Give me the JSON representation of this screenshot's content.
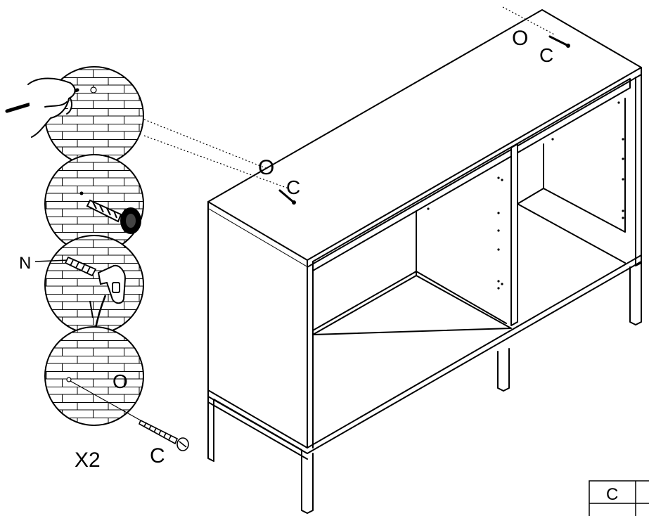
{
  "labels": {
    "top_right_o": "O",
    "top_right_c": "C",
    "top_mid_o": "O",
    "top_mid_c": "C",
    "wall_n": "N",
    "wall_o": "O",
    "screw_c": "C",
    "quantity": "X2",
    "parts_table_c": "C"
  },
  "colors": {
    "line": "#000000",
    "background": "#ffffff"
  },
  "icons": [
    "hand-pencil-icon",
    "drill-icon",
    "hammer-icon",
    "screw-icon",
    "wall-plug-icon",
    "washer-icon"
  ]
}
